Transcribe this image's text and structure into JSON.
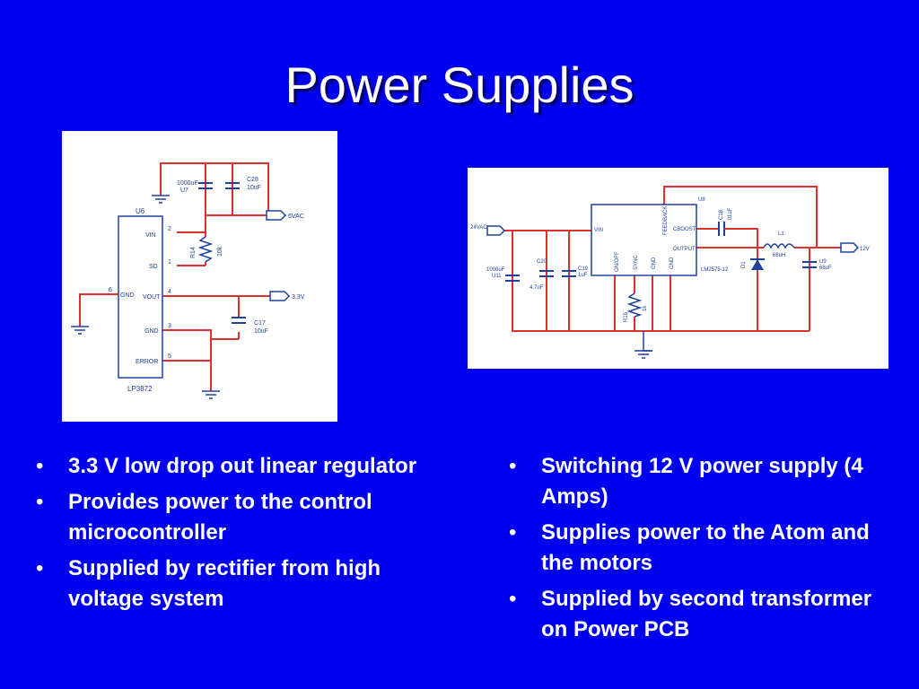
{
  "slide": {
    "title": "Power Supplies"
  },
  "left_schematic": {
    "chip_ref": "U6",
    "chip_name": "LP3872",
    "pins": {
      "vin": "VIN",
      "vin_num": "2",
      "sd": "SD",
      "sd_num": "1",
      "gnd_left": "GND",
      "gnd_left_num": "6",
      "vout": "VOUT",
      "vout_num": "4",
      "gnd": "GND",
      "gnd_num": "3",
      "error": "ERROR",
      "error_num": "5"
    },
    "cap_u7": "1000uF",
    "cap_u7_ref": "U7",
    "cap_c28": "C28",
    "cap_c28_val": "10uF",
    "res_ref": "R14",
    "res_val": "10k",
    "input_label": "6VAC",
    "output_label": "3.3V",
    "cap_c17": "C17",
    "cap_c17_val": "10uF"
  },
  "right_schematic": {
    "chip_ref": "U8",
    "chip_name": "LM2575-12",
    "pins": {
      "vin": "VIN",
      "feedback": "FEEDBACK",
      "cboost": "CBOOST",
      "output": "OUTPUT",
      "onoff": "ON/OFF",
      "sync": "SYNC",
      "gnd1": "GND",
      "gnd2": "GND"
    },
    "input_label": "24VAC",
    "output_label": "12V",
    "cap_u11": "1000uF",
    "cap_u11_ref": "U11",
    "cap_c20": "C20",
    "cap_c20_val": "4.7uF",
    "cap_c19": "C19",
    "cap_c19_val": "1uF",
    "res_ref": "R15",
    "res_val": "1k",
    "cap_c18": "C18",
    "cap_c18_val": ".01uF",
    "inductor_ref": "L1",
    "inductor_val": "68uH",
    "diode_ref": "D1",
    "cap_u9": "U9",
    "cap_u9_val": "68uF"
  },
  "left_bullets": [
    "3.3 V low drop out linear regulator",
    "Provides power to the control microcontroller",
    "Supplied by rectifier from high voltage system"
  ],
  "right_bullets": [
    "Switching 12 V power supply (4 Amps)",
    "Supplies power to the Atom and the motors",
    "Supplied by second transformer on Power PCB"
  ]
}
